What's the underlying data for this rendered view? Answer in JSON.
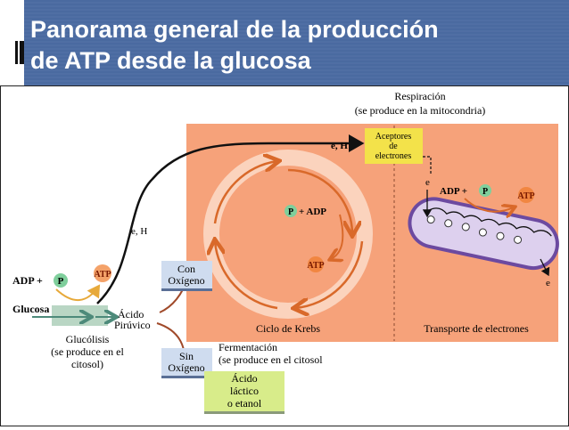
{
  "title": {
    "line1": "Panorama general de la producción",
    "line2": "de ATP desde la glucosa"
  },
  "diagram": {
    "respiration": {
      "title": "Respiración",
      "subtitle": "(se produce en la mitocondria)"
    },
    "acceptors": {
      "line1": "Aceptores",
      "line2": "de",
      "line3": "electrones"
    },
    "electrons_h_top": "e, H",
    "electrons_h_left": "e, H",
    "electron_labels": {
      "e1": "e",
      "e2": "e"
    },
    "krebs": {
      "p": "P",
      "plus_adp": "+ ADP",
      "atp": "ATP",
      "label": "Ciclo de Krebs"
    },
    "transport": {
      "adp": "ADP +",
      "p": "P",
      "atp": "ATP",
      "label": "Transporte de electrones"
    },
    "glycolysis": {
      "adp": "ADP +",
      "p": "P",
      "atp": "ATP",
      "glucose": "Glucosa",
      "pyruvic1": "Ácido",
      "pyruvic2": "Pirúvico",
      "label1": "Glucólisis",
      "label2": "(se produce en el",
      "label3": "citosol)"
    },
    "with_oxygen": {
      "line1": "Con",
      "line2": "Oxígeno"
    },
    "without_oxygen": {
      "line1": "Sin",
      "line2": "Oxígeno"
    },
    "fermentation": {
      "line1": "Fermentación",
      "line2": "(se produce en el citosol"
    },
    "product": {
      "line1": "Ácido",
      "line2": "láctico",
      "line3": "o etanol"
    }
  }
}
